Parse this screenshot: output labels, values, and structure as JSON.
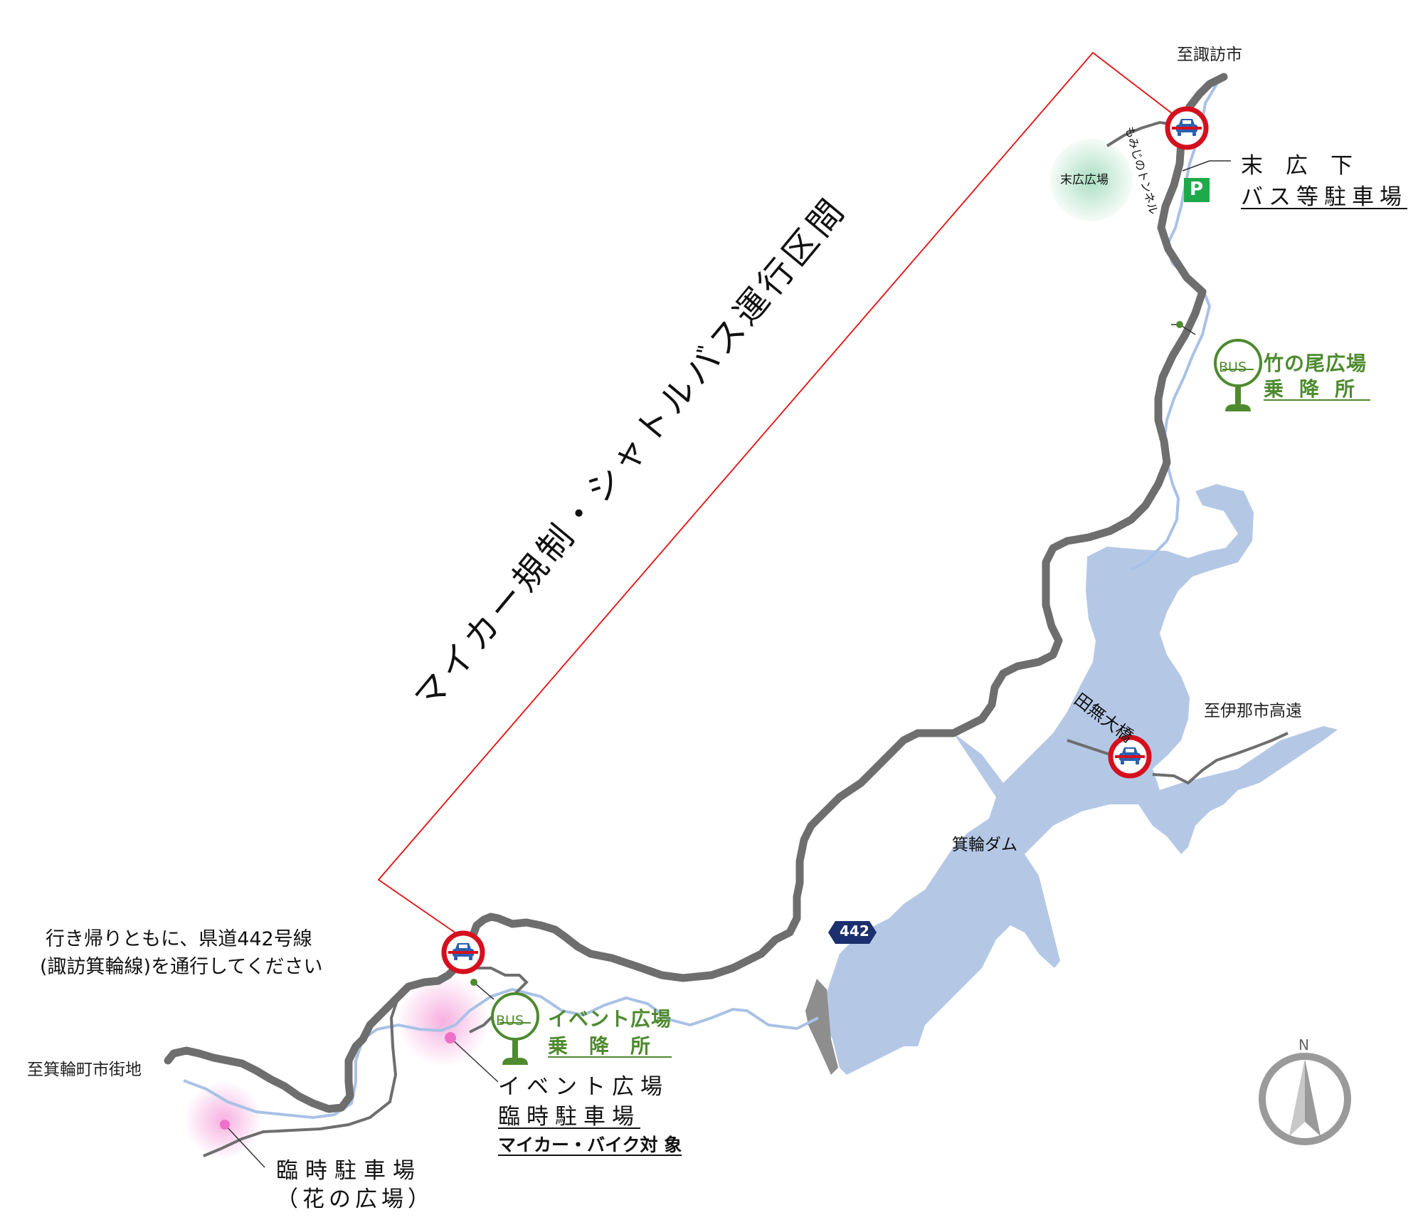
{
  "destinations": {
    "suwa": "至諏訪市",
    "ina": "至伊那市高遠",
    "minowa_town": "至箕輪町市街地"
  },
  "regulation_label": "マイカー規制・シャトルバス運行区間",
  "notice": {
    "line1": "行き帰りともに、県道442号線",
    "line2": "(諏訪箕輪線)を通行してください"
  },
  "places": {
    "suehiro_plaza": "末広広場",
    "momiji_tunnel": "もみじのトンネル",
    "tanashi_bridge": "田無大橋",
    "minowa_dam": "箕輪ダム",
    "route_number": "442"
  },
  "parking": {
    "suehiro": {
      "line1": "末　広　下",
      "line2": "バス等駐車場",
      "icon_letter": "P"
    },
    "event": {
      "line1": "イベント広場",
      "line2": "臨時駐車場",
      "line3": "マイカー・バイク対 象"
    },
    "flower": {
      "line1": "臨時駐車場",
      "line2": "（花の広場）"
    }
  },
  "bus_stops": {
    "takenoo": {
      "name": "竹の尾広場",
      "sub": "乗降所",
      "sign": "BUS"
    },
    "event": {
      "name": "イベント広場",
      "sub": "乗降所",
      "sign": "BUS"
    }
  },
  "compass": {
    "north": "N"
  },
  "icons": [
    "no-car-sign-icon",
    "bus-stop-icon",
    "parking-icon",
    "compass-icon"
  ],
  "colors": {
    "road": "#6e6e6e",
    "river": "#a9c1e6",
    "dam_water": "#b4c8e6",
    "regulation_line": "#e01010",
    "no_car_ring": "#d4101e",
    "bus_green": "#4e8a2f",
    "parking_green": "#1eaa4a",
    "pink_area": "#f070c8",
    "plaza_area": "#8fd4ae"
  }
}
